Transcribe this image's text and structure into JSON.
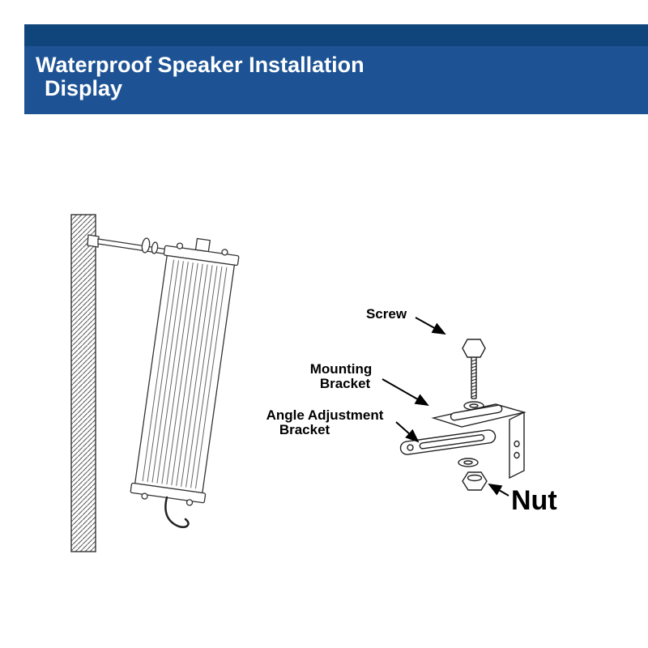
{
  "banner": {
    "title_line1": "Waterproof Speaker Installation",
    "title_line2": "Display"
  },
  "diagram": {
    "labels": {
      "screw": "Screw",
      "mounting_bracket": [
        "Mounting",
        "Bracket"
      ],
      "angle_adjustment_bracket": [
        "Angle Adjustment",
        "Bracket"
      ],
      "nut": "Nut"
    },
    "parts_shown": [
      "wall",
      "column-speaker",
      "wall-screw-assembly",
      "speaker-cable",
      "screw",
      "washer",
      "mounting-bracket",
      "angle-adjustment-bracket",
      "washer",
      "nut"
    ]
  },
  "colors": {
    "banner_dark": "#10457c",
    "banner_main": "#1d5394",
    "line": "#222222",
    "label": "#000000"
  }
}
